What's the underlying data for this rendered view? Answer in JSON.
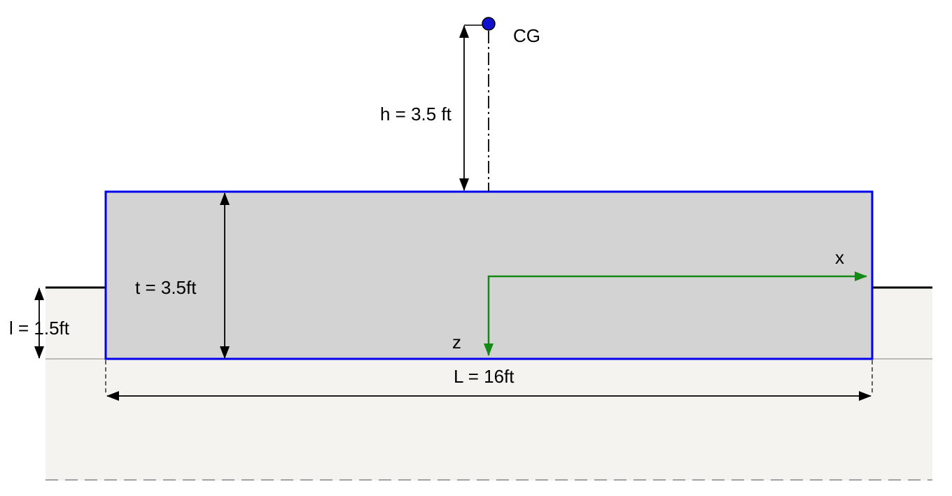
{
  "labels": {
    "cg": "CG",
    "h": "h = 3.5 ft",
    "t": "t = 3.5ft",
    "l": "l = 1.5ft",
    "L": "L = 16ft",
    "x_axis": "x",
    "z_axis": "z"
  },
  "colors": {
    "soil_fill": "#f4f3ef",
    "block_fill": "#d3d3d3",
    "block_outline": "#0000ee",
    "axis_green": "#138a13",
    "cg_fill": "#1010d0",
    "ground_line": "#000000",
    "dim_line": "#000000"
  }
}
